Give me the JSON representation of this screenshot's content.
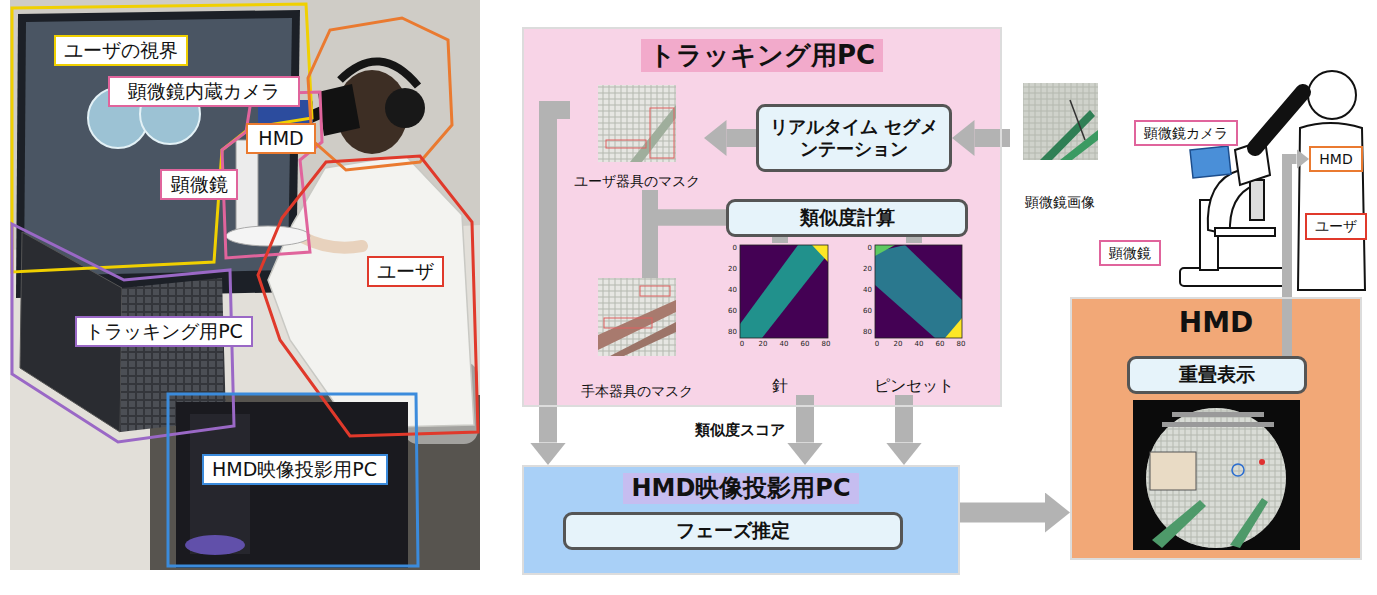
{
  "diagram": {
    "nodes": [
      {
        "text": [
          "ユーザの視界"
        ]
      },
      {
        "text": [
          "顕微鏡内蔵カメラ"
        ]
      },
      {
        "text": [
          "HMD"
        ]
      },
      {
        "text": [
          "顕微鏡"
        ]
      },
      {
        "text": [
          "ユーザ"
        ]
      },
      {
        "text": [
          "トラッキング用PC"
        ]
      },
      {
        "text": [
          "HMD映像投影用PC"
        ]
      },
      {
        "text": [
          "トラッキング用PC"
        ]
      },
      {
        "text": [
          "リアルタイム セグメンテーション"
        ],
        "in": 7
      },
      {
        "text": [
          "ユーザ器具のマスク"
        ],
        "in": 7
      },
      {
        "text": [
          "類似度計算"
        ],
        "in": 7
      },
      {
        "text": [
          "手本器具のマスク"
        ],
        "in": 7
      },
      {
        "text": [
          "針"
        ],
        "in": 7
      },
      {
        "text": [
          "ピンセット"
        ],
        "in": 7
      },
      {
        "text": [
          "顕微鏡画像"
        ]
      },
      {
        "text": [
          "顕微鏡カメラ"
        ]
      },
      {
        "text": [
          "HMD"
        ]
      },
      {
        "text": [
          "ユーザ"
        ]
      },
      {
        "text": [
          "顕微鏡"
        ]
      },
      {
        "text": [
          "HMD映像投影用PC"
        ]
      },
      {
        "text": [
          "フェーズ推定"
        ],
        "in": 19
      },
      {
        "text": [
          "HMD"
        ]
      },
      {
        "text": [
          "重畳表示"
        ],
        "in": 21
      }
    ],
    "edges": [
      {
        "from": 14,
        "to": 8,
        "arrow": "to"
      },
      {
        "from": 8,
        "to": 9,
        "arrow": "to"
      },
      {
        "from": 9,
        "to": 10,
        "arrow": "none"
      },
      {
        "from": 11,
        "to": 10,
        "arrow": "none"
      },
      {
        "from": 10,
        "to": 12,
        "arrow": "none"
      },
      {
        "from": 10,
        "to": 13,
        "arrow": "none"
      },
      {
        "from": 12,
        "to": 19,
        "arrow": "to",
        "label": "類似度スコア"
      },
      {
        "from": 13,
        "to": 19,
        "arrow": "to"
      },
      {
        "from": 9,
        "to": 19,
        "arrow": "to"
      },
      {
        "from": 19,
        "to": 21,
        "arrow": "to"
      },
      {
        "from": 22,
        "to": 16,
        "arrow": "to"
      }
    ],
    "labels": [
      "0",
      "20",
      "40",
      "60",
      "80",
      "0",
      "20",
      "40",
      "60",
      "80",
      "0",
      "20",
      "40",
      "60",
      "80",
      "0",
      "20",
      "40",
      "60",
      "80"
    ]
  }
}
